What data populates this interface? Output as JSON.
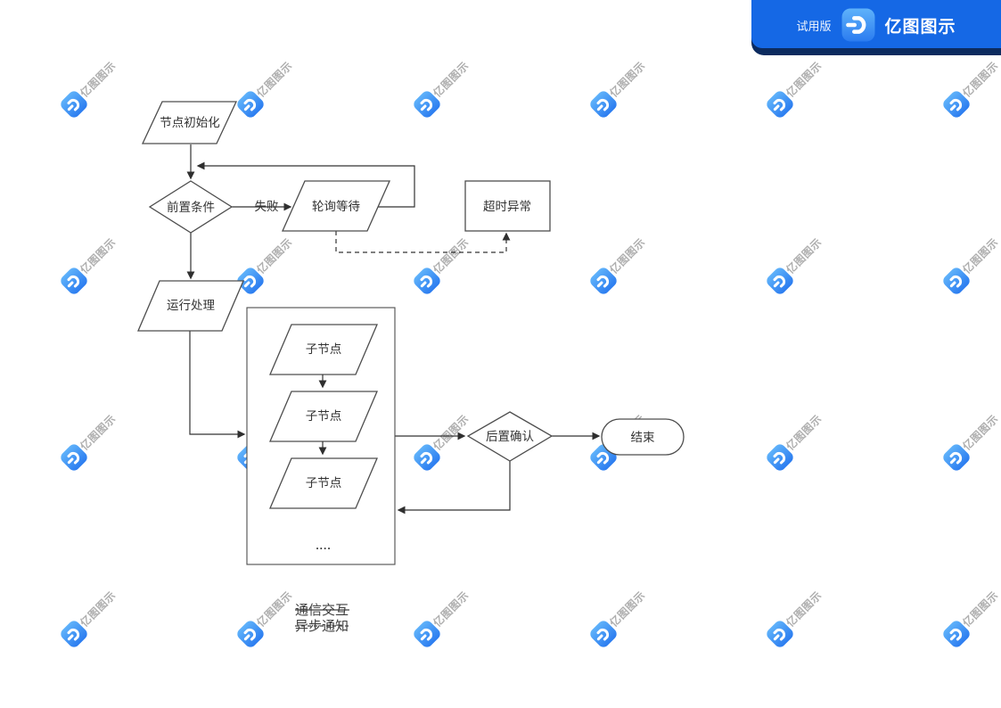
{
  "app_badge": {
    "trial_label": "试用版",
    "app_name": "亿图图示",
    "background": "#1568E5",
    "shadow": "#0C2B5F"
  },
  "watermark": {
    "text": "亿图图示",
    "logo_blue": "#2E80F1"
  },
  "flowchart": {
    "nodes": {
      "init": {
        "label": "节点初始化",
        "shape": "parallelogram"
      },
      "precondition": {
        "label": "前置条件",
        "shape": "diamond"
      },
      "polling": {
        "label": "轮询等待",
        "shape": "parallelogram"
      },
      "timeout": {
        "label": "超时异常",
        "shape": "rectangle"
      },
      "run": {
        "label": "运行处理",
        "shape": "parallelogram"
      },
      "child1": {
        "label": "子节点",
        "shape": "parallelogram"
      },
      "child2": {
        "label": "子节点",
        "shape": "parallelogram"
      },
      "child3": {
        "label": "子节点",
        "shape": "parallelogram"
      },
      "more": {
        "label": "....",
        "shape": "text"
      },
      "confirm": {
        "label": "后置确认",
        "shape": "diamond"
      },
      "end": {
        "label": "结束",
        "shape": "terminator"
      }
    },
    "edge_labels": {
      "fail": "失败"
    },
    "legend": {
      "items": [
        {
          "label": "通信交互",
          "line": "solid"
        },
        {
          "label": "异步通知",
          "line": "dashed"
        }
      ]
    }
  },
  "colors": {
    "line": "#333333",
    "shape_border": "#4d4d4d",
    "shape_fill": "#ffffff",
    "text": "#333333"
  }
}
